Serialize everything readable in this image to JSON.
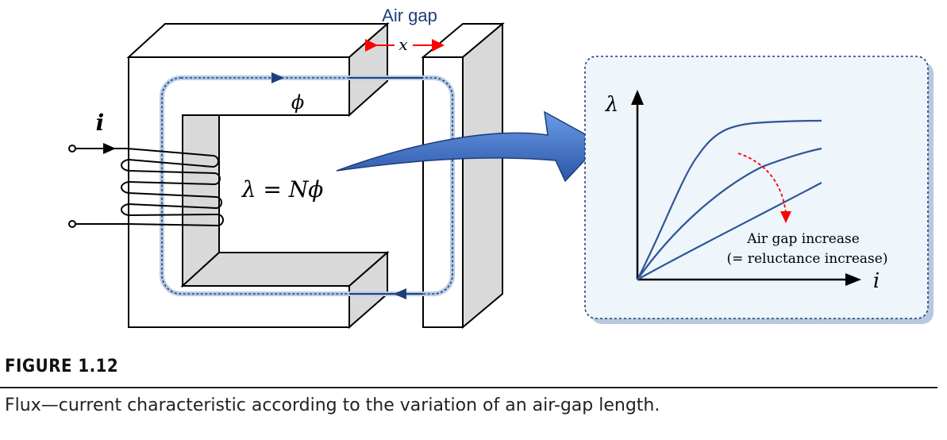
{
  "figure": {
    "label": "FIGURE 1.12",
    "caption": "Flux—current characteristic according to the variation of an air-gap length."
  },
  "diagram": {
    "air_gap_label": "Air gap",
    "gap_symbol": "x",
    "flux_symbol": "ϕ",
    "current_symbol": "i",
    "flux_linkage_equation": "λ = Nϕ"
  },
  "chart": {
    "y_axis_label": "λ",
    "x_axis_label": "i",
    "annotation_line1": "Air gap increase",
    "annotation_line2": "(= reluctance increase)"
  },
  "colors": {
    "curve": "#2e5597",
    "flux_path": "#1f3f7a",
    "core_fill": "#d9d9d9",
    "gap_arrow": "#ff0000",
    "panel_fill": "#eef5fb",
    "big_arrow": "#3b6dc4"
  }
}
